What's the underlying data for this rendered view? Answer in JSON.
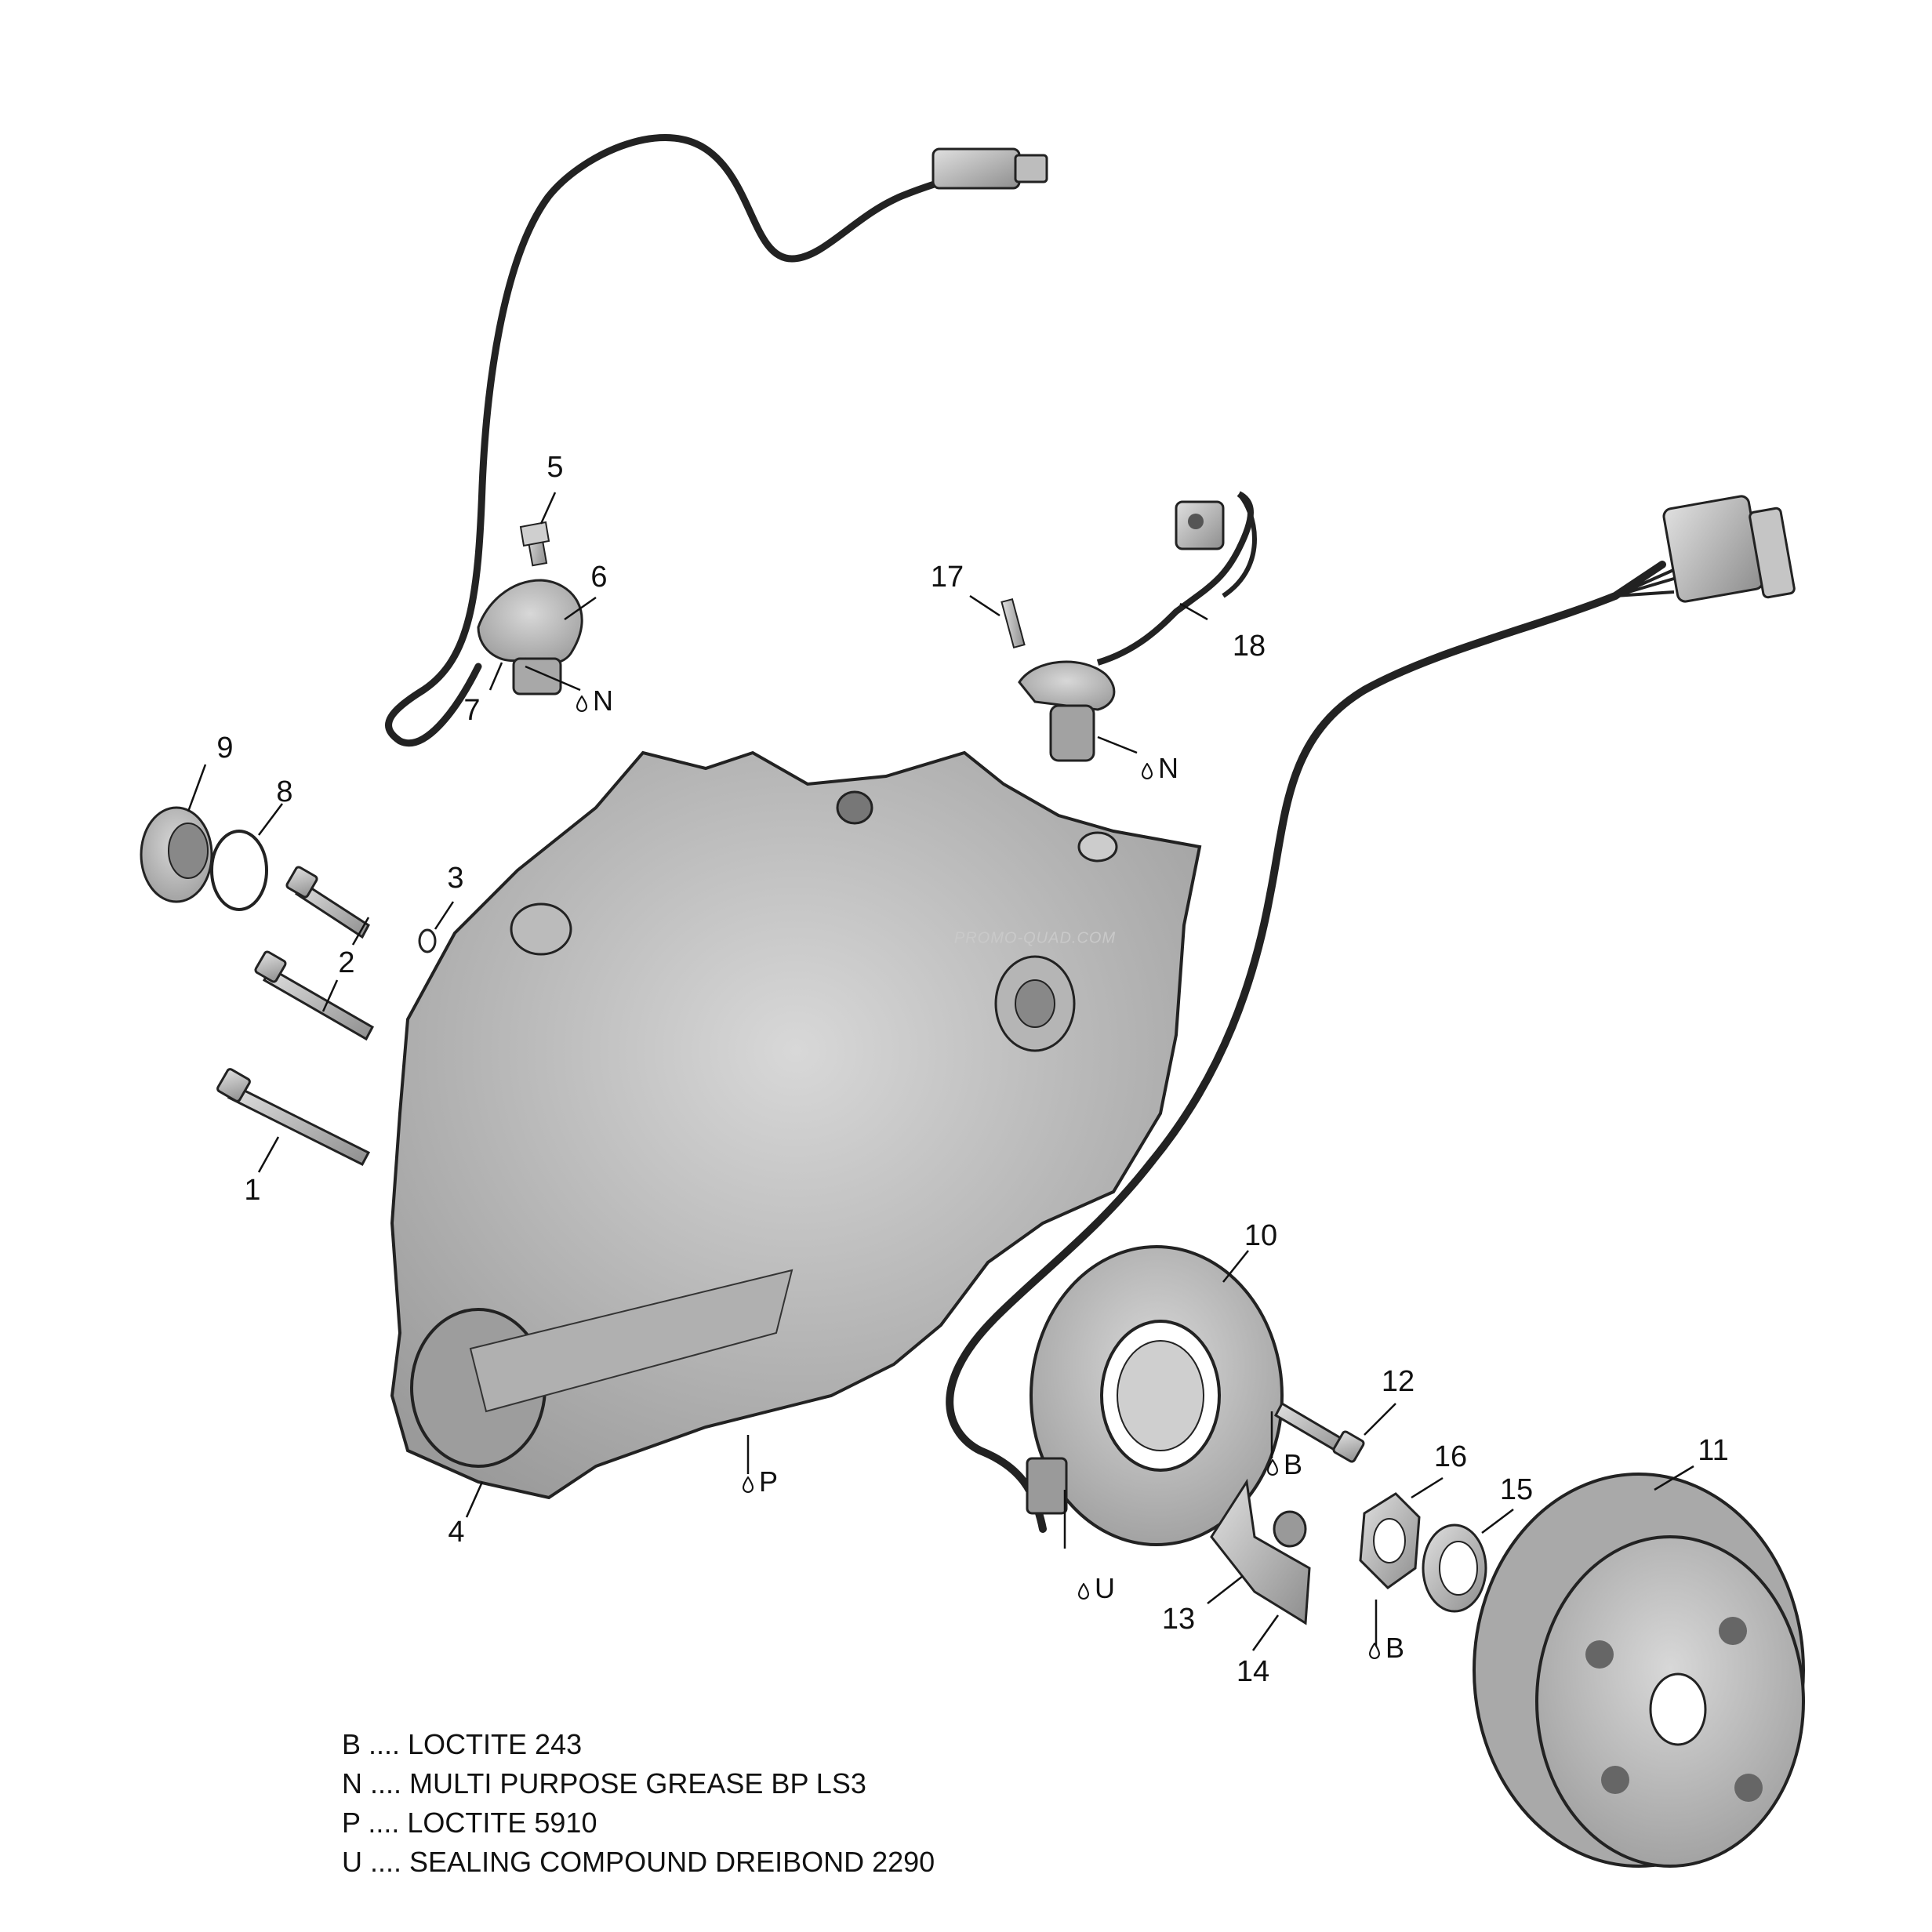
{
  "diagram": {
    "part_labels": {
      "p1": "1",
      "p2": "2",
      "p3": "3",
      "p4": "4",
      "p5": "5",
      "p6": "6",
      "p7": "7",
      "p8": "8",
      "p9": "9",
      "p10": "10",
      "p11": "11",
      "p12": "12",
      "p13": "13",
      "p14": "14",
      "p15": "15",
      "p16": "16",
      "p17": "17",
      "p18": "18"
    },
    "callouts": {
      "n_sensor_left": "N",
      "n_sensor_right": "N",
      "p_cover": "P",
      "u_stator": "U",
      "b_bolt": "B",
      "b_nut": "B"
    },
    "watermark": "PROMO-QUAD.COM"
  },
  "legend": [
    "B .... LOCTITE 243",
    "N .... MULTI PURPOSE GREASE BP LS3",
    "P .... LOCTITE 5910",
    "U .... SEALING COMPOUND DREIBOND 2290"
  ]
}
